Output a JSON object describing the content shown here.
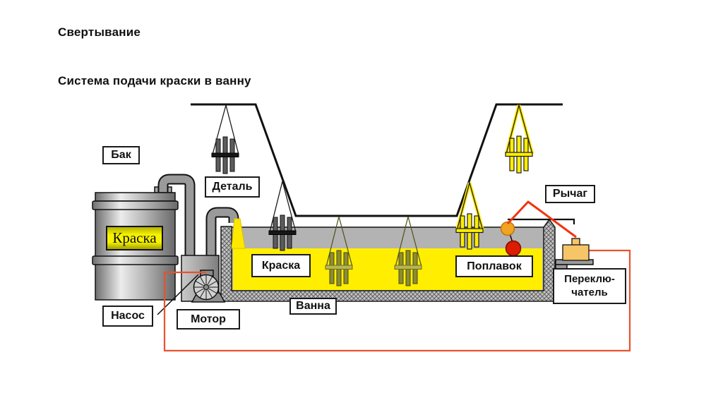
{
  "page": {
    "title": "Свертывание",
    "subtitle": "Система подачи краски в ванну"
  },
  "labels": {
    "tank": "Бак",
    "part": "Деталь",
    "paint_barrel": "Краска",
    "pump": "Насос",
    "motor": "Мотор",
    "paint_bath": "Краска",
    "bath": "Ванна",
    "float": "Поплавок",
    "lever": "Рычаг",
    "switch_line1": "Переклю-",
    "switch_line2": "чатель"
  },
  "colors": {
    "paint": "#ffee00",
    "spray": "#ffe800",
    "bath_liner": "#b3b3b3",
    "wire": "#e8522e",
    "lever": "#f2330f",
    "switch": "#f6c568",
    "float_upper": "#f2a321",
    "float_lower": "#dd1c00"
  }
}
